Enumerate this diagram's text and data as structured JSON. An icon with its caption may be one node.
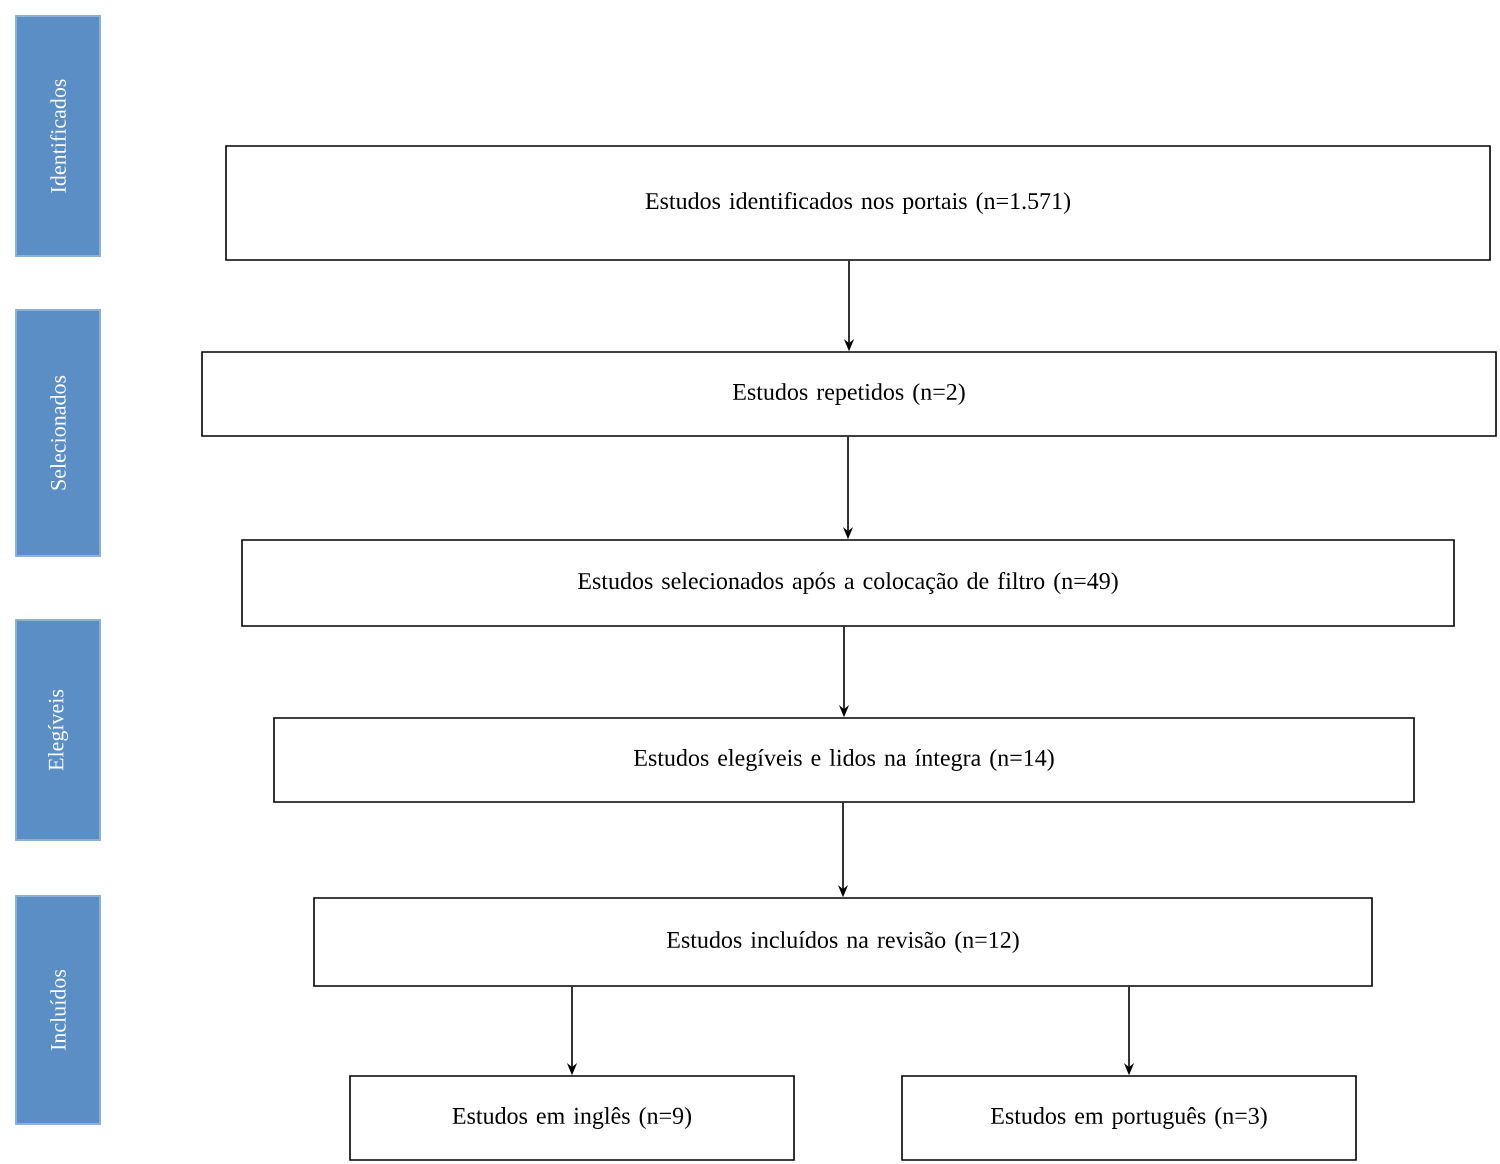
{
  "diagram": {
    "nodes": [
      {
        "text": [
          "Identificados"
        ]
      },
      {
        "text": [
          "Selecionados"
        ]
      },
      {
        "text": [
          "Elegíveis"
        ]
      },
      {
        "text": [
          "Incluídos"
        ]
      },
      {
        "text": [
          "Estudos identificados nos portais (n=1.571)"
        ]
      },
      {
        "text": [
          "Estudos repetidos (n=2)"
        ]
      },
      {
        "text": [
          "Estudos selecionados após a colocação de filtro (n=49)"
        ]
      },
      {
        "text": [
          "Estudos elegíveis e lidos na íntegra (n=14)"
        ]
      },
      {
        "text": [
          "Estudos incluídos na revisão (n=12)"
        ]
      },
      {
        "text": [
          "Estudos em inglês (n=9)"
        ]
      },
      {
        "text": [
          "Estudos em português (n=3)"
        ]
      }
    ],
    "edges": [
      {
        "from": 4,
        "to": 5,
        "arrow": "to"
      },
      {
        "from": 5,
        "to": 6,
        "arrow": "to"
      },
      {
        "from": 6,
        "to": 7,
        "arrow": "to"
      },
      {
        "from": 7,
        "to": 8,
        "arrow": "to"
      },
      {
        "from": 8,
        "to": 9,
        "arrow": "to"
      },
      {
        "from": 8,
        "to": 10,
        "arrow": "to"
      }
    ]
  }
}
